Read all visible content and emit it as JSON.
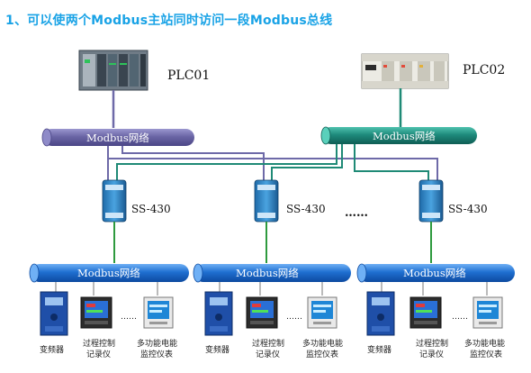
{
  "title": "1、可以使两个Modbus主站同时访问一段Modbus总线",
  "plcs": [
    {
      "name": "PLC01"
    },
    {
      "name": "PLC02"
    }
  ],
  "upper_bus_label": "Modbus网络",
  "converter_label": "SS-430",
  "ellipsis": "……",
  "lower_bus_label": "Modbus网络",
  "devices": [
    {
      "type": "变频器"
    },
    {
      "type": "过程控制记录仪",
      "line1": "过程控制",
      "line2": "记录仪"
    },
    {
      "type": "多功能电能监控仪表",
      "line1": "多功能电能",
      "line2": "监控仪表"
    }
  ],
  "device_ellipsis": "……",
  "colors": {
    "title": "#1aa3e6",
    "bus_purple": "#6b66a6",
    "bus_teal": "#1e8a7c",
    "bus_blue": "#1f6fd1",
    "wire_purple": "#6e6aa8",
    "wire_teal": "#1f8a76",
    "wire_green": "#2e9a3e"
  }
}
